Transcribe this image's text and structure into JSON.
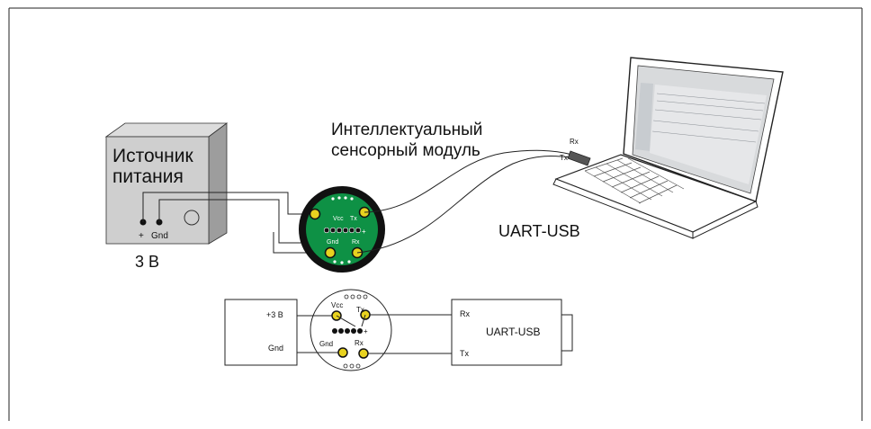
{
  "power_supply": {
    "title_line1": "Источник",
    "title_line2": "питания",
    "plus_label": "+",
    "gnd_label": "Gnd",
    "voltage_label": "3 В"
  },
  "sensor_module": {
    "title_line1": "Интеллектуальный",
    "title_line2": "сенсорный модуль",
    "vcc_label": "Vcc",
    "tx_label": "Tx",
    "gnd_label": "Gnd",
    "rx_label": "Rx",
    "plus_label": "+"
  },
  "laptop": {
    "rx_label": "Rx",
    "tx_label": "Tx"
  },
  "uart_usb_label": "UART-USB",
  "schematic": {
    "supply_plus_label": "+3 В",
    "supply_gnd_label": "Gnd",
    "module_vcc_label": "Vcc",
    "module_tx_label": "Tx",
    "module_gnd_label": "Gnd",
    "module_rx_label": "Rx",
    "module_plus_label": "+",
    "uart_rx_label": "Rx",
    "uart_tx_label": "Tx",
    "uart_title": "UART-USB"
  },
  "colors": {
    "module_green": "#0e9145",
    "module_dark": "#111111",
    "pin_yellow": "#e8d21f",
    "case_light": "#cfcfcf",
    "case_dark": "#9d9d9d",
    "screen_gray": "#d8dadc"
  }
}
